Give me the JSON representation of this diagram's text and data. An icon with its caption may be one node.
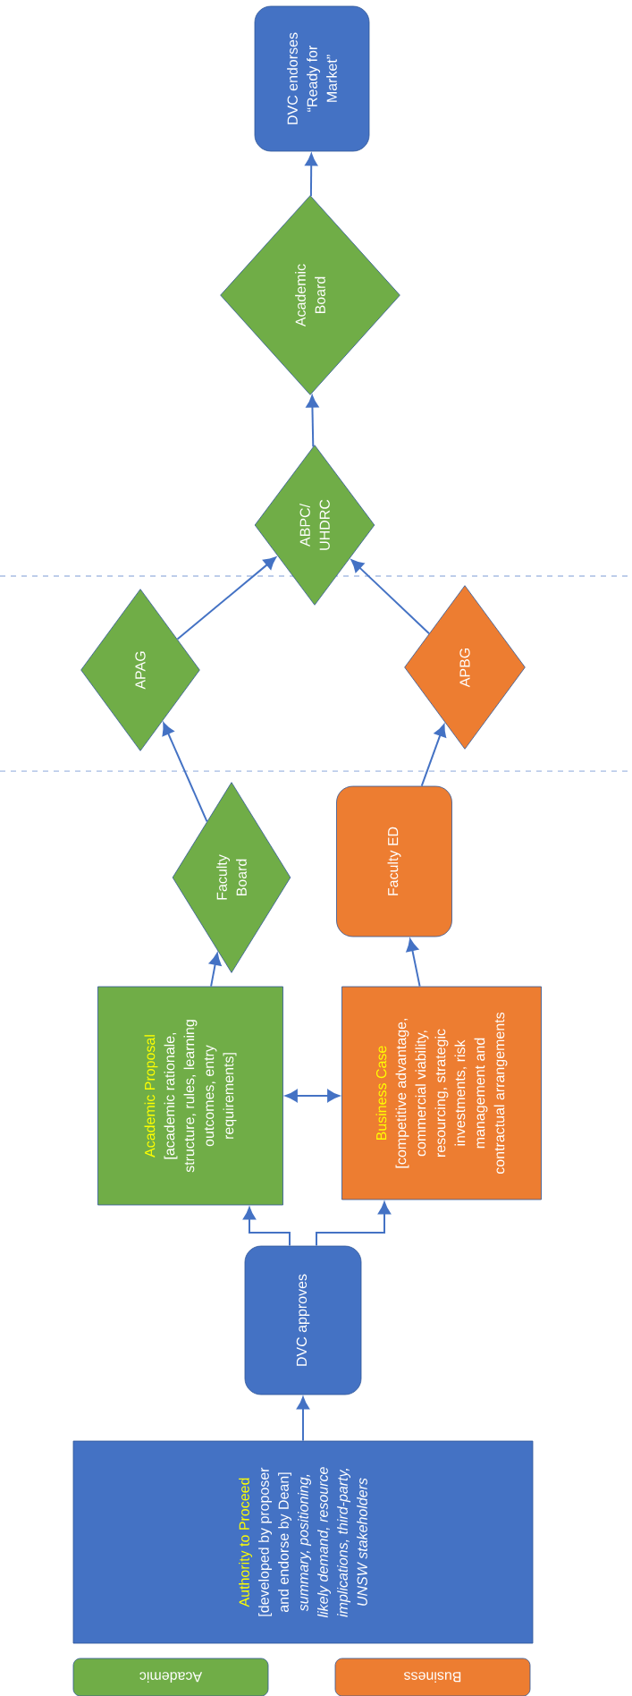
{
  "diagram": {
    "nodes": [
      {
        "text": [
          "Authority to Proceed",
          "[developed by proposer and endorse by Dean]",
          "summary, positioning, likely demand, resource implications, third-party, UNSW stakeholders"
        ]
      },
      {
        "text": [
          "DVC approves"
        ]
      },
      {
        "text": [
          "Academic Proposal",
          "[academic rationale, structure, rules, learning outcomes, entry requirements]"
        ]
      },
      {
        "text": [
          "Business Case",
          "[competitive advantage, commercial viability, resourcing, strategic investments, risk management and contractual arrangements"
        ]
      },
      {
        "text": [
          "Faculty Board"
        ]
      },
      {
        "text": [
          "Faculty ED"
        ]
      },
      {
        "text": [
          "APAG"
        ]
      },
      {
        "text": [
          "APBG"
        ]
      },
      {
        "text": [
          "ABPC/ UHDRC"
        ]
      },
      {
        "text": [
          "Academic Board"
        ]
      },
      {
        "text": [
          "DVC endorses “Ready for Market”"
        ]
      }
    ],
    "edges": [
      {
        "from": 0,
        "to": 1,
        "arrow": "to"
      },
      {
        "from": 1,
        "to": 2,
        "arrow": "to"
      },
      {
        "from": 1,
        "to": 3,
        "arrow": "to"
      },
      {
        "from": 2,
        "to": 3,
        "arrow": "both"
      },
      {
        "from": 2,
        "to": 4,
        "arrow": "to"
      },
      {
        "from": 3,
        "to": 5,
        "arrow": "to"
      },
      {
        "from": 4,
        "to": 6,
        "arrow": "to"
      },
      {
        "from": 5,
        "to": 7,
        "arrow": "to"
      },
      {
        "from": 6,
        "to": 8,
        "arrow": "to"
      },
      {
        "from": 7,
        "to": 8,
        "arrow": "to"
      },
      {
        "from": 8,
        "to": 9,
        "arrow": "to"
      },
      {
        "from": 9,
        "to": 10,
        "arrow": "to"
      }
    ],
    "legend": [
      {
        "text": "Academic",
        "color": "#70ad47"
      },
      {
        "text": "Business",
        "color": "#ed7d31"
      }
    ]
  }
}
